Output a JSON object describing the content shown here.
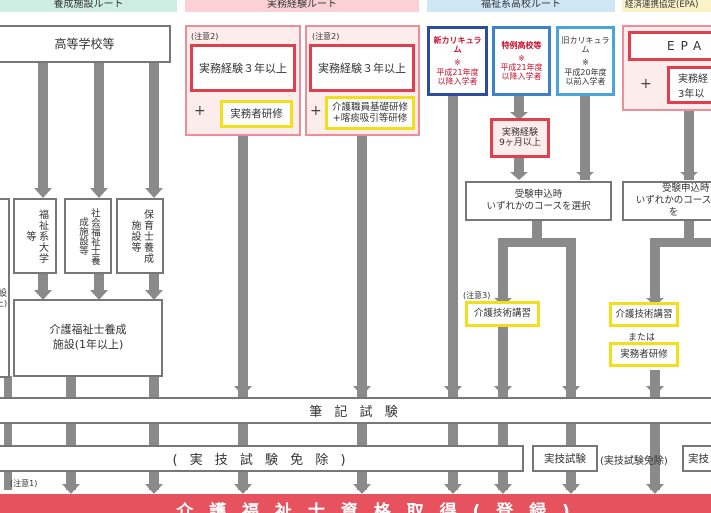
{
  "routes": {
    "yosei": "養成施設ルート",
    "jitsumu": "実務経験ルート",
    "fukushi": "福祉系高校ルート",
    "epa": "経済連携協定(EPA)"
  },
  "left": {
    "koto": "高等学校等",
    "fukushi_daigaku": "福祉系大学等",
    "shakai_fukushi": "社会福祉士養成施設等",
    "hoiku": "保育士養成施設等",
    "kaigo_yosei": "介護福祉士養成施設(1年以上)",
    "edge_chars": "設",
    "edge_paren": "上)"
  },
  "jitsumu": {
    "note_a": "(注意2)",
    "note_b": "(注意2)",
    "exp_a": "実務経験３年以上",
    "exp_b": "実務経験３年以上",
    "kenshu_a": "実務者研修",
    "kenshu_b_line1": "介護職員基礎研修",
    "kenshu_b_line2": "+喀痰吸引等研修",
    "plus": "+"
  },
  "fukushi_hs": {
    "new": {
      "title": "新カリキュラム",
      "mark": "※",
      "line1": "平成21年度",
      "line2": "以降入学者"
    },
    "special": {
      "title": "特例高校等",
      "mark": "※",
      "line1": "平成21年度",
      "line2": "以降入学者"
    },
    "old": {
      "title": "旧カリキュラム",
      "mark": "※",
      "line1": "平成20年度",
      "line2": "以前入学者"
    },
    "exp9_line1": "実務経験",
    "exp9_line2": "9ヶ月以上",
    "apply_line1": "受験申込時",
    "apply_line2": "いずれかのコースを選択",
    "note3": "(注意3)",
    "kaigo_kosyu": "介護技術講習"
  },
  "epa": {
    "title": "EPA",
    "plus": "+",
    "exp_line1": "実務経",
    "exp_line2": "3年以",
    "apply_line1": "受験申込時",
    "apply_line2": "いずれかのコースを",
    "kaigo_kosyu": "介護技術講習",
    "mataha": "または",
    "jitsumu_kenshu": "実務者研修"
  },
  "bottom": {
    "hikki": "筆 記 試 験",
    "jitsugi_menjo": "( 実 技 試 験 免 除 )",
    "jitsugi_shiken": "実技試験",
    "jitsugi_menjo_small": "(実技試験免除)",
    "jitsugi_cut": "実技",
    "note1": "(注意1)",
    "final": "介 護 福 祉 士 資 格 取 得 ( 登 録 )"
  },
  "colors": {
    "arrow": "#8a8a8a",
    "pink_fill": "#fdecec",
    "pink_border": "#f08b98",
    "red": "#e0404e",
    "yellow": "#f2df1c",
    "navy": "#2b4ca0",
    "blue": "#3d82c8",
    "sky": "#49a5dc",
    "final_band": "#e6525e"
  }
}
